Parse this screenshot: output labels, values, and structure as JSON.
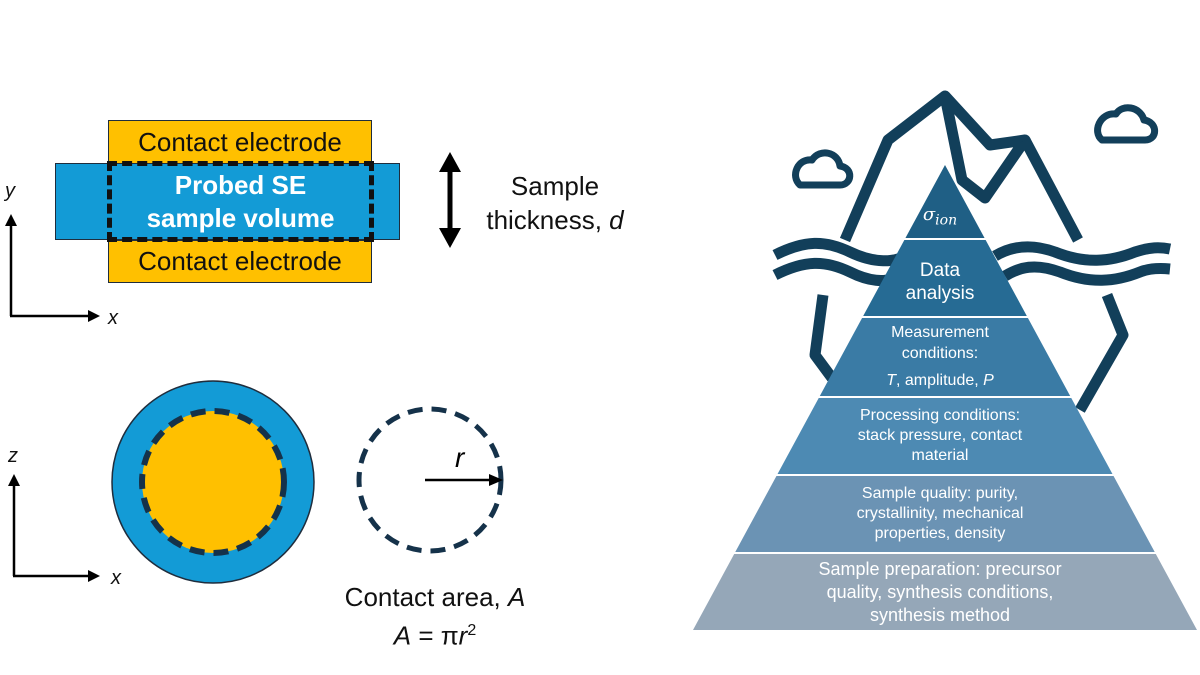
{
  "cross_section": {
    "top_electrode_label": "Contact electrode",
    "bottom_electrode_label": "Contact electrode",
    "probed_volume_line1": "Probed SE",
    "probed_volume_line2": "sample volume",
    "thickness_line1": "Sample",
    "thickness_line2_prefix": "thickness, ",
    "thickness_symbol": "d",
    "axis_vertical": "y",
    "axis_horizontal": "x"
  },
  "top_view": {
    "axis_vertical": "z",
    "axis_horizontal": "x",
    "radius_symbol": "r",
    "contact_area_prefix": "Contact area, ",
    "contact_area_symbol": "A",
    "formula_lhs": "A",
    "formula_mid": " = π",
    "formula_r": "r",
    "formula_exp": "2"
  },
  "iceberg_pyramid": {
    "tiers": [
      {
        "lines": [
          "σ",
          "ion"
        ],
        "color": "#1f5f85"
      },
      {
        "lines": [
          "Data",
          "analysis"
        ],
        "color": "#266b94"
      },
      {
        "lines": [
          "Measurement",
          "conditions:",
          "T, amplitude,  P"
        ],
        "color": "#3a7ba5"
      },
      {
        "lines": [
          "Processing conditions:",
          "stack pressure, contact",
          "material"
        ],
        "color": "#4d8ab3"
      },
      {
        "lines": [
          "Sample  quality: purity,",
          "crystallinity, mechanical",
          "properties, density"
        ],
        "color": "#6b93b4"
      },
      {
        "lines": [
          "Sample preparation: precursor",
          "quality, synthesis conditions,",
          "synthesis method"
        ],
        "color": "#95a7b8"
      }
    ],
    "tier3_italic_T": "T",
    "tier3_middle": ", amplitude,  ",
    "tier3_italic_P": "P",
    "outline_color": "#123f5a"
  },
  "colors": {
    "electrode": "#ffc000",
    "electrolyte": "#139bd6",
    "dashed": "#111111",
    "dark_navy": "#123f5a"
  }
}
